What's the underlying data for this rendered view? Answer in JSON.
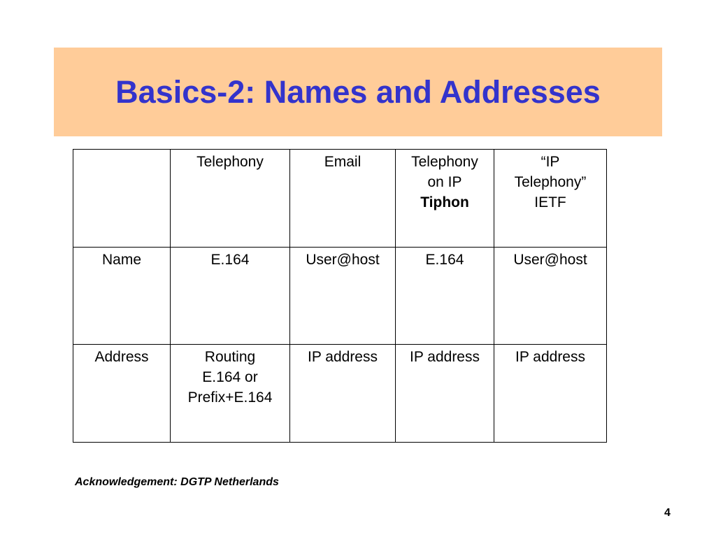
{
  "slide": {
    "title": "Basics-2: Names and Addresses",
    "acknowledgement": "Acknowledgement: DGTP Netherlands",
    "page_number": "4",
    "title_background": "#ffcc99",
    "title_color": "#3333cc"
  },
  "table": {
    "header": {
      "c0": "",
      "c1": "Telephony",
      "c2": "Email",
      "c3_line1": "Telephony",
      "c3_line2": "on IP",
      "c3_line3": "Tiphon",
      "c4_line1": "“IP",
      "c4_line2": "Telephony”",
      "c4_line3": "IETF"
    },
    "name_row": {
      "label": "Name",
      "telephony": "E.164",
      "email": "User@host",
      "tiphon": "E.164",
      "ietf": "User@host"
    },
    "address_row": {
      "label": "Address",
      "telephony_line1": "Routing",
      "telephony_line2": "E.164 or",
      "telephony_line3": "Prefix+E.164",
      "email": "IP address",
      "tiphon": "IP address",
      "ietf": "IP address"
    }
  }
}
